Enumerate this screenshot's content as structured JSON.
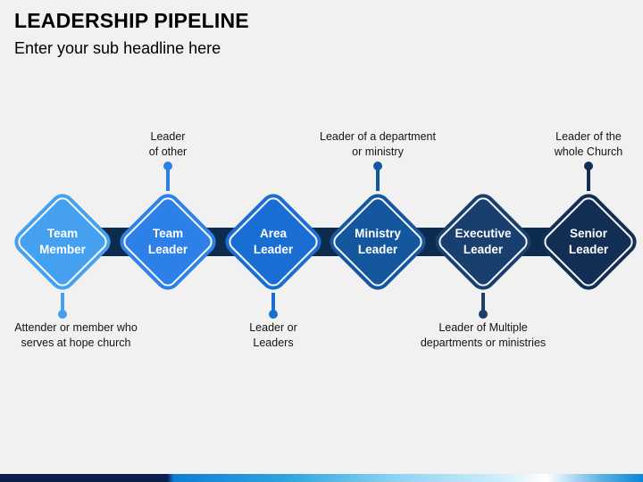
{
  "header": {
    "title": "LEADERSHIP PIPELINE",
    "subtitle": "Enter your sub headline here"
  },
  "colors": {
    "background": "#F1F1F2",
    "pipeline_bar": "#0D2B4C",
    "title_text": "#000000",
    "annotation_text": "#141414",
    "footer_gradient_start": "#0C1E4E",
    "footer_gradient_mid": "#2FA6E0",
    "footer_gradient_white": "#FFFFFF",
    "footer_gradient_end": "#0787D8"
  },
  "diamonds": [
    {
      "line1": "Team",
      "line2": "Member",
      "color": "#45A1EF"
    },
    {
      "line1": "Team",
      "line2": "Leader",
      "color": "#2E80E9"
    },
    {
      "line1": "Area",
      "line2": "Leader",
      "color": "#1A6ED3"
    },
    {
      "line1": "Ministry",
      "line2": "Leader",
      "color": "#15579F"
    },
    {
      "line1": "Executive",
      "line2": "Leader",
      "color": "#183F6D"
    },
    {
      "line1": "Senior",
      "line2": "Leader",
      "color": "#122E54"
    }
  ],
  "annotations": [
    {
      "position": "below",
      "line1": "Attender or member who",
      "line2": "serves at hope church",
      "color": "#45A1EF"
    },
    {
      "position": "above",
      "line1": "Leader",
      "line2": "of other",
      "color": "#2E80E9"
    },
    {
      "position": "below",
      "line1": "Leader or",
      "line2": "Leaders",
      "color": "#1A6ED3"
    },
    {
      "position": "above",
      "line1": "Leader of a department",
      "line2": "or ministry",
      "color": "#15579F"
    },
    {
      "position": "below",
      "line1": "Leader of Multiple",
      "line2": "departments or ministries",
      "color": "#183F6D"
    },
    {
      "position": "above",
      "line1": "Leader of the",
      "line2": "whole Church",
      "color": "#122E54"
    }
  ]
}
